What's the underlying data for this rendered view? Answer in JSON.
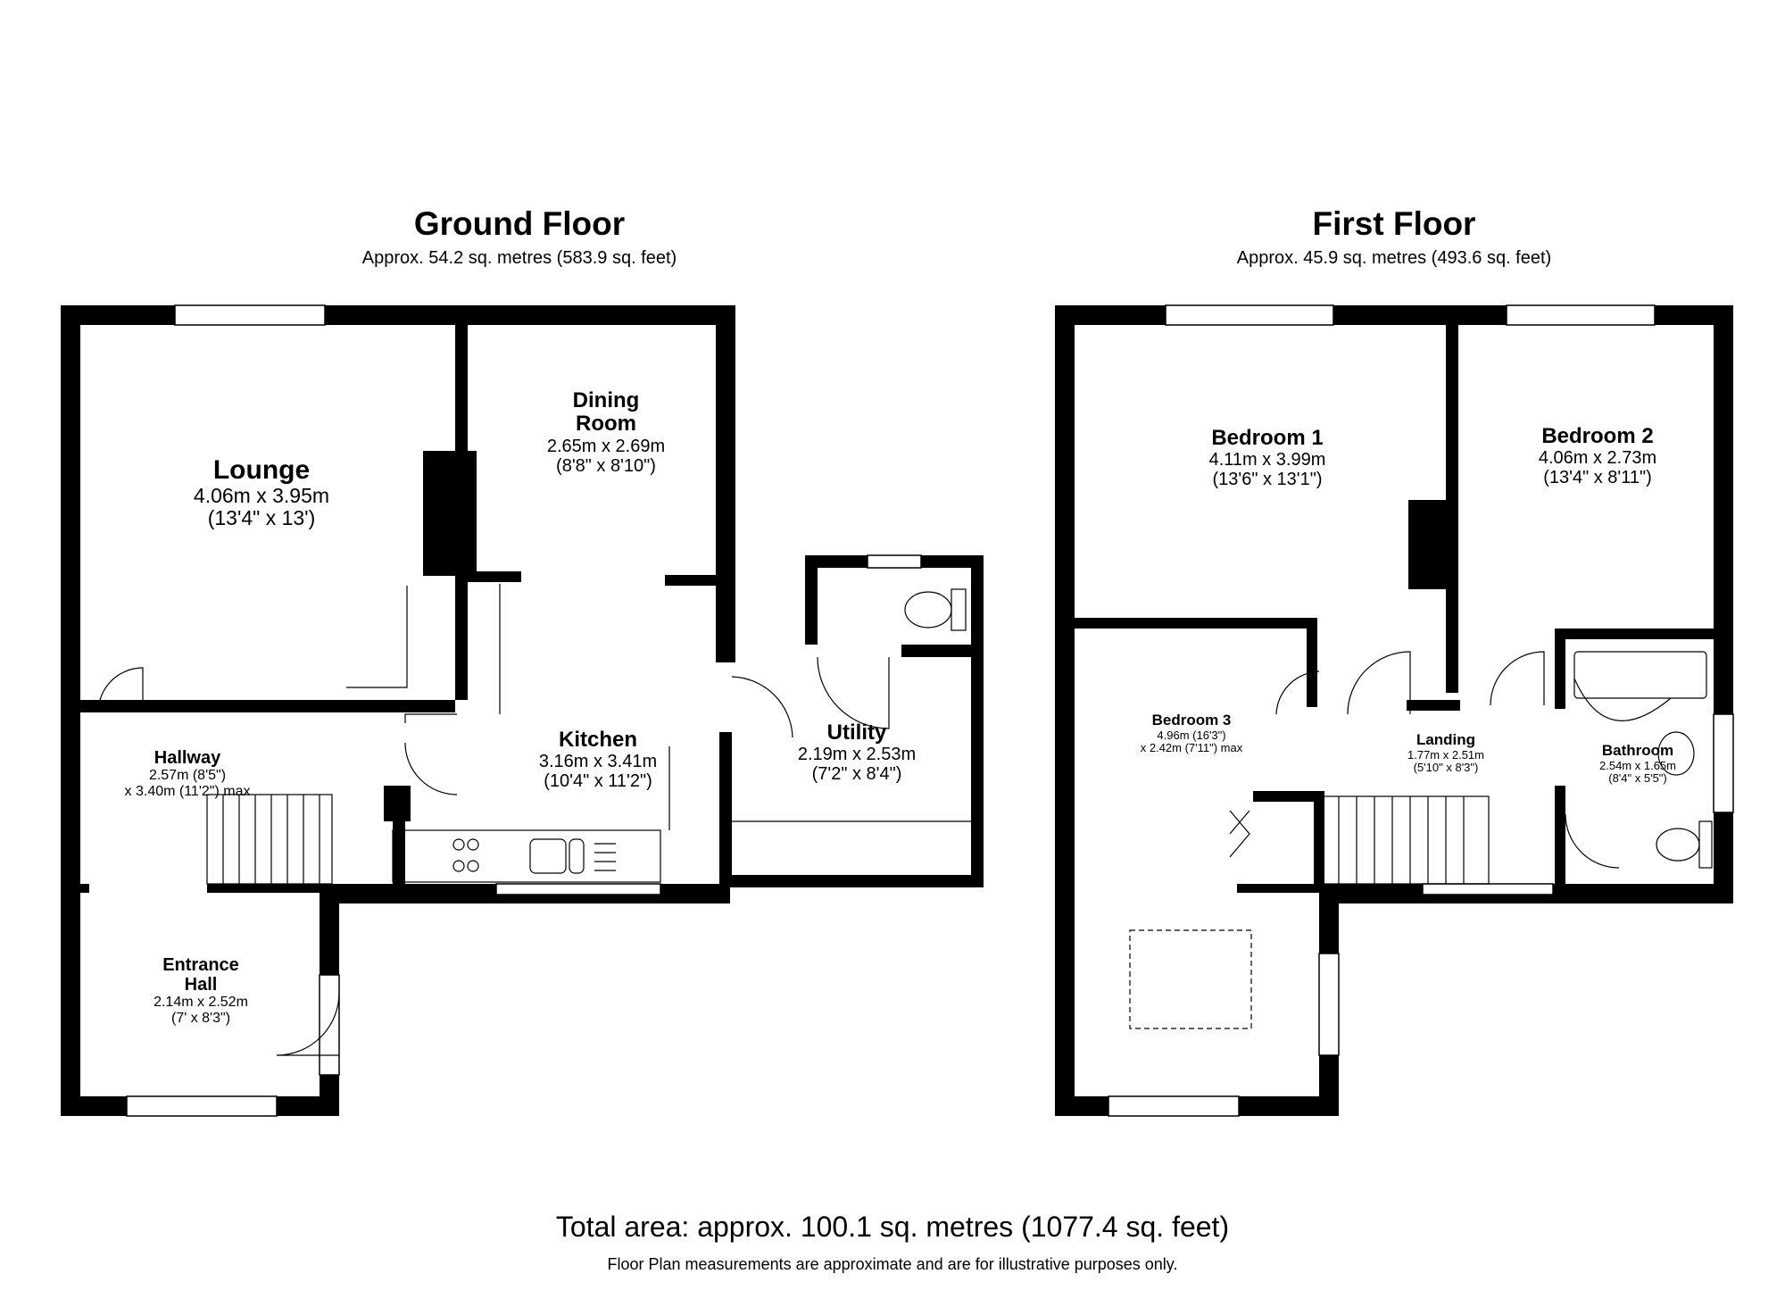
{
  "ground_floor": {
    "title": "Ground Floor",
    "area": "Approx. 54.2 sq. metres (583.9 sq. feet)",
    "rooms": {
      "lounge": {
        "name": "Lounge",
        "dim1": "4.06m x 3.95m",
        "dim2": "(13'4\" x 13')"
      },
      "dining": {
        "name1": "Dining",
        "name2": "Room",
        "dim1": "2.65m x 2.69m",
        "dim2": "(8'8\" x 8'10\")"
      },
      "hallway": {
        "name": "Hallway",
        "dim1": "2.57m (8'5\")",
        "dim2": "x 3.40m (11'2\") max"
      },
      "kitchen": {
        "name": "Kitchen",
        "dim1": "3.16m x 3.41m",
        "dim2": "(10'4\" x 11'2\")"
      },
      "utility": {
        "name": "Utility",
        "dim1": "2.19m x 2.53m",
        "dim2": "(7'2\" x 8'4\")"
      },
      "entrance": {
        "name1": "Entrance",
        "name2": "Hall",
        "dim1": "2.14m x 2.52m",
        "dim2": "(7' x 8'3\")"
      }
    }
  },
  "first_floor": {
    "title": "First Floor",
    "area": "Approx. 45.9 sq. metres (493.6 sq. feet)",
    "rooms": {
      "bedroom1": {
        "name": "Bedroom 1",
        "dim1": "4.11m x 3.99m",
        "dim2": "(13'6\" x 13'1\")"
      },
      "bedroom2": {
        "name": "Bedroom 2",
        "dim1": "4.06m x 2.73m",
        "dim2": "(13'4\" x 8'11\")"
      },
      "bedroom3": {
        "name": "Bedroom 3",
        "dim1": "4.96m (16'3\")",
        "dim2": "x 2.42m (7'11\") max"
      },
      "landing": {
        "name": "Landing",
        "dim1": "1.77m x 2.51m",
        "dim2": "(5'10\" x 8'3\")"
      },
      "bathroom": {
        "name": "Bathroom",
        "dim1": "2.54m x 1.65m",
        "dim2": "(8'4\" x 5'5\")"
      }
    }
  },
  "total_area": "Total area: approx. 100.1 sq. metres (1077.4 sq. feet)",
  "disclaimer": "Floor Plan measurements are approximate and are for illustrative purposes only.",
  "colors": {
    "wall": "#000000",
    "fixture": "#555555",
    "background": "#ffffff"
  }
}
